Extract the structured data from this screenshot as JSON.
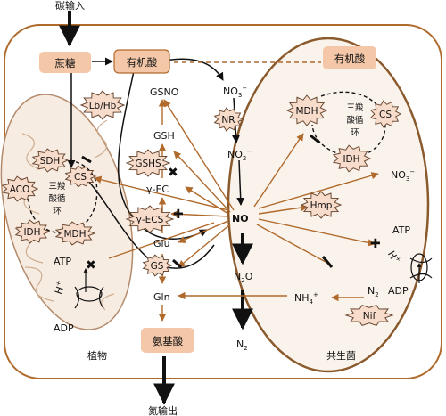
{
  "external": {
    "carbon_in": "碳输入",
    "nitrogen_out": "氮输出"
  },
  "boxes": {
    "sucrose": "蔗糖",
    "organic_acid": "有机酸",
    "organic_acid_symbiont": "有机酸",
    "amino_acid": "氨基酸"
  },
  "regions": {
    "plant": "植物",
    "symbiont": "共生菌"
  },
  "cycle": {
    "line1": "三羧",
    "line2": "酸循",
    "line3": "环"
  },
  "enzymes": {
    "lb_hb": "Lb/Hb",
    "nr": "NR",
    "sdh": "SDH",
    "cs": "CS",
    "aco": "ACO",
    "idh": "IDH",
    "mdh": "MDH",
    "gshs": "GSHS",
    "gecs": "γ-ECS",
    "gs": "GS",
    "b_mdh": "MDH",
    "b_cs": "CS",
    "b_idh": "IDH",
    "hmp": "Hmp",
    "nif": "Nif"
  },
  "metabolites": {
    "gsno": "GSNO",
    "no3": "NO",
    "no3_sub": "3",
    "no3_sup": "−",
    "no2": "NO",
    "no2_sub": "2",
    "no2_sup": "−",
    "gsh": "GSH",
    "gec": "γ-EC",
    "glu": "Glu",
    "gln": "Gln",
    "no": "NO",
    "n2o": "N",
    "n2o_sub": "2",
    "n2o_tail": "O",
    "n2": "N",
    "n2_sub": "2",
    "nh4": "NH",
    "nh4_sub": "4",
    "nh4_sup": "+",
    "b_no3": "NO",
    "b_no3_sub": "3",
    "b_no3_sup": "−",
    "b_n2": "N",
    "b_n2_sub": "2",
    "atp_plant": "ATP",
    "adp_plant": "ADP",
    "atp_bact": "ATP",
    "adp_bact": "ADP",
    "h_plus": "H",
    "h_plus_sup": "+"
  },
  "colors": {
    "brown": "#b06a2c",
    "box_fill": "#f3c7a8",
    "star_fill": "#f8dccb",
    "cell_fill": "#ffffff",
    "bact_fill": "#faf3ec",
    "mito_fill": "#f7ece2"
  }
}
